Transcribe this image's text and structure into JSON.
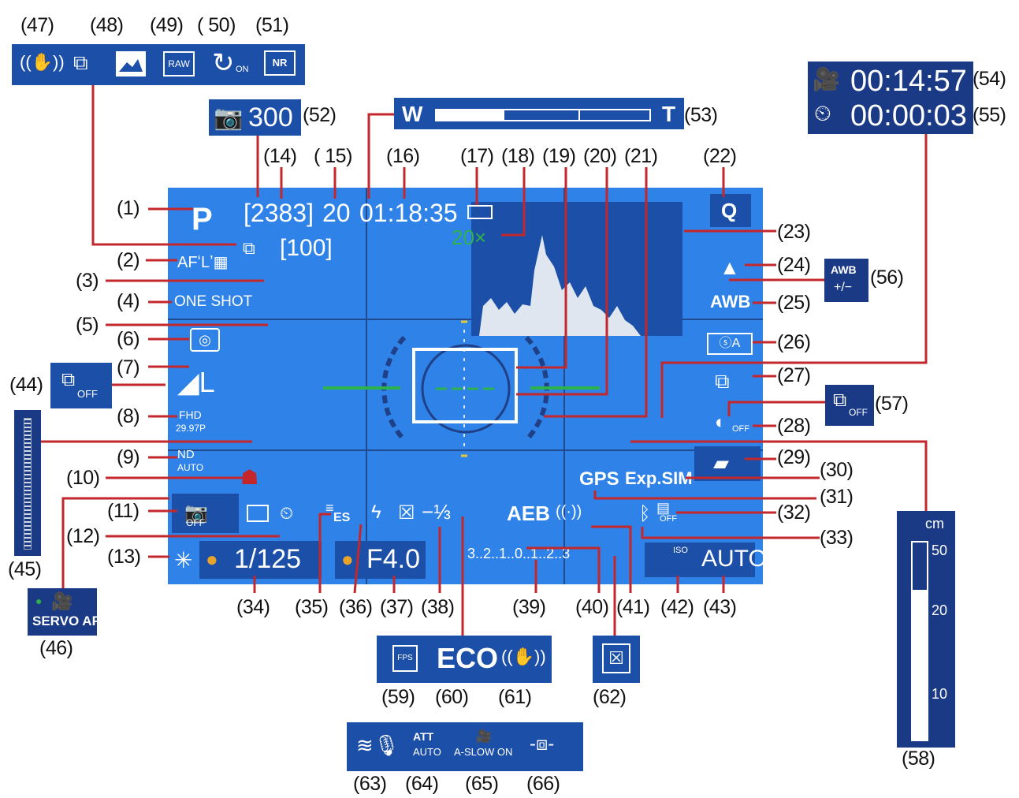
{
  "callouts": {
    "n1": "(1)",
    "n2": "(2)",
    "n3": "(3)",
    "n4": "(4)",
    "n5": "(5)",
    "n6": "(6)",
    "n7": "(7)",
    "n8": "(8)",
    "n9": "(9)",
    "n10": "(10)",
    "n11": "(11)",
    "n12": "(12)",
    "n13": "(13)",
    "n14": "(14)",
    "n15": "( 15)",
    "n16": "(16)",
    "n17": "(17)",
    "n18": "(18)",
    "n19": "(19)",
    "n20": "(20)",
    "n21": "(21)",
    "n22": "(22)",
    "n23": "(23)",
    "n24": "(24)",
    "n25": "(25)",
    "n26": "(26)",
    "n27": "(27)",
    "n28": "(28)",
    "n29": "(29)",
    "n30": "(30)",
    "n31": "(31)",
    "n32": "(32)",
    "n33": "(33)",
    "n34": "(34)",
    "n35": "(35)",
    "n36": "(36)",
    "n37": "(37)",
    "n38": "(38)",
    "n39": "(39)",
    "n40": "(40)",
    "n41": "(41)",
    "n42": "(42)",
    "n43": "(43)",
    "n44": "(44)",
    "n45": "(45)",
    "n46": "(46)",
    "n47": "(47)",
    "n48": "(48)",
    "n49": "(49)",
    "n50": "( 50)",
    "n51": "(51)",
    "n52": "(52)",
    "n53": "(53)",
    "n54": "(54)",
    "n55": "(55)",
    "n56": "(56)",
    "n57": "(57)",
    "n58": "(58)",
    "n59": "(59)",
    "n60": "(60)",
    "n61": "(61)",
    "n62": "(62)",
    "n63": "(63)",
    "n64": "(64)",
    "n65": "(65)",
    "n66": "(66)"
  },
  "screen": {
    "mode": "P",
    "shots_remaining": "[2383]",
    "burst": "20",
    "rec_time": "01:18:35",
    "zoom_mag": "20×",
    "af_method": "AFʻLʼ▦",
    "bracket_count": "[100]",
    "drive_af": "ONE SHOT",
    "movie_size": "FHD",
    "frame_rate": "29.97P",
    "nd_top": "ND",
    "nd_bottom": "AUTO",
    "shutter": "1/125",
    "aperture": "F4.0",
    "exp_comp": "−⅓",
    "aeb": "AEB",
    "exp_scale": "3..2..1..0..1..2..3",
    "iso": "AUTO",
    "iso_label": "ISO",
    "gps": "GPS",
    "exp_sim": "Exp.SIM",
    "awb": "AWB",
    "awb_shift": "+/−",
    "q": "Q",
    "es": "ES",
    "off": "OFF"
  },
  "top_icons": {
    "raw": "RAW",
    "nr": "NR",
    "on": "ON"
  },
  "shots_panel": {
    "value": "300"
  },
  "zoom_bar": {
    "w": "W",
    "t": "T",
    "level": 0.32
  },
  "movie_panel": {
    "time1": "00:14:57",
    "time2": "00:00:03"
  },
  "servo": {
    "label": "SERVO AF"
  },
  "focus_scale": {
    "unit": "cm",
    "ticks": [
      "50",
      "20",
      "10"
    ]
  },
  "bottom_panel": {
    "eco": "ECO",
    "fps": "FPS"
  },
  "extra_panel": {
    "att_top": "ATT",
    "att_bottom": "AUTO",
    "aslow": "A-SLOW ON"
  },
  "colors": {
    "screen": "#2f83e8",
    "panel": "#1c4fa8",
    "leader": "#c3272b",
    "green": "#2db34a"
  }
}
